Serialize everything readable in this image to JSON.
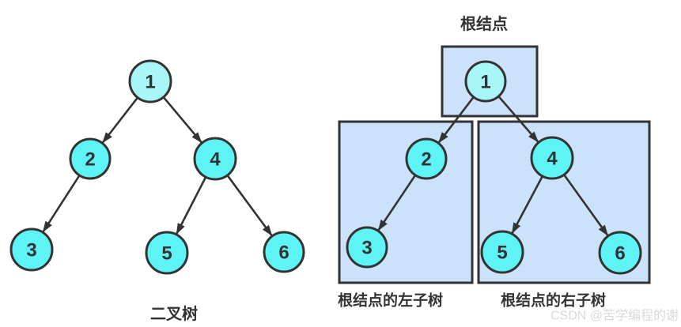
{
  "diagram": {
    "left_tree": {
      "caption": "二叉树",
      "nodes": {
        "n1": "1",
        "n2": "2",
        "n3": "3",
        "n4": "4",
        "n5": "5",
        "n6": "6"
      }
    },
    "right_tree": {
      "root_label": "根结点",
      "left_subtree_label": "根结点的左子树",
      "right_subtree_label": "根结点的右子树",
      "nodes": {
        "n1": "1",
        "n2": "2",
        "n3": "3",
        "n4": "4",
        "n5": "5",
        "n6": "6"
      }
    },
    "watermark": "CSDN @苦学编程的谢"
  },
  "colors": {
    "background": "#ffffff",
    "node_fill": "#5ef4f6",
    "root_node_fill": "#a9f6f9",
    "node_stroke": "#333333",
    "edge_color": "#333333",
    "box_fill": "#cce2fa",
    "box_stroke": "#333333",
    "label_color": "#333333",
    "watermark_color": "#d9d9d9"
  }
}
